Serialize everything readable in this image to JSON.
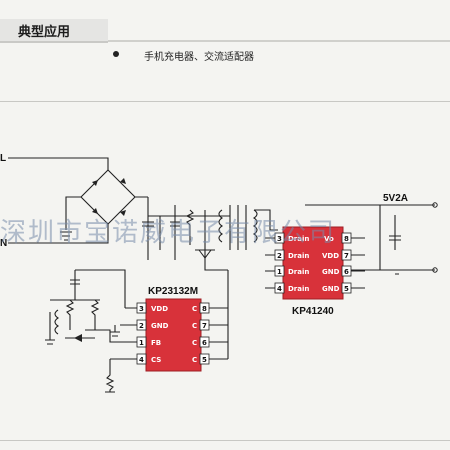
{
  "section": {
    "title": "典型应用"
  },
  "applications": [
    "手机充电器、交流适配器"
  ],
  "schematic": {
    "input_labels": {
      "line": "L",
      "neutral": "N"
    },
    "output_label": "5V2A",
    "controller": {
      "name": "KP23132M",
      "pins_left": [
        {
          "num": "3",
          "label": "VDD"
        },
        {
          "num": "2",
          "label": "GND"
        },
        {
          "num": "1",
          "label": "FB"
        },
        {
          "num": "4",
          "label": "CS"
        }
      ],
      "pins_right": [
        {
          "num": "8",
          "label": "C"
        },
        {
          "num": "7",
          "label": "C"
        },
        {
          "num": "6",
          "label": "C"
        },
        {
          "num": "5",
          "label": "C"
        }
      ]
    },
    "rectifier": {
      "name": "KP41240",
      "pins_left": [
        {
          "num": "3",
          "label": "Drain"
        },
        {
          "num": "2",
          "label": "Drain"
        },
        {
          "num": "1",
          "label": "Drain"
        },
        {
          "num": "4",
          "label": "Drain"
        }
      ],
      "pins_right": [
        {
          "num": "8",
          "label": "Vo"
        },
        {
          "num": "7",
          "label": "VDD"
        },
        {
          "num": "6",
          "label": "GND"
        },
        {
          "num": "5",
          "label": "GND"
        }
      ]
    }
  },
  "watermark": "深圳市宝诺威电子有限公司"
}
